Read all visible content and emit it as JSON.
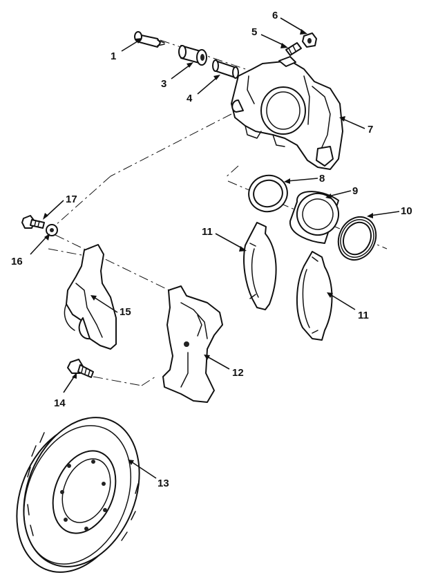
{
  "diagram": {
    "type": "exploded-parts-view",
    "callouts": [
      {
        "id": "1",
        "label": "1"
      },
      {
        "id": "2",
        "label": "3"
      },
      {
        "id": "3",
        "label": "4"
      },
      {
        "id": "4",
        "label": "5"
      },
      {
        "id": "5",
        "label": "6"
      },
      {
        "id": "6",
        "label": "7"
      },
      {
        "id": "7",
        "label": "8"
      },
      {
        "id": "8",
        "label": "9"
      },
      {
        "id": "9",
        "label": "10"
      },
      {
        "id": "10",
        "label": "11"
      },
      {
        "id": "11",
        "label": "11"
      },
      {
        "id": "12",
        "label": "12"
      },
      {
        "id": "13",
        "label": "13"
      },
      {
        "id": "14",
        "label": "14"
      },
      {
        "id": "15",
        "label": "15"
      },
      {
        "id": "16",
        "label": "16"
      },
      {
        "id": "17",
        "label": "17"
      }
    ]
  }
}
